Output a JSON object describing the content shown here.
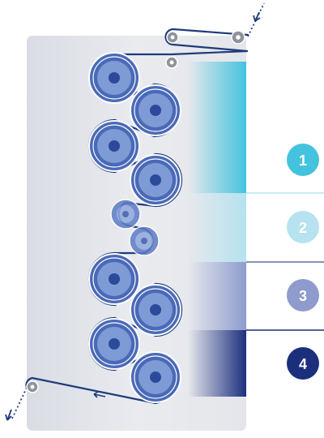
{
  "colors": {
    "housing": "#e3e5ea",
    "web": "#1f3b7a",
    "roller_outer": "#4a6ab8",
    "roller_mid": "#7f9bd6",
    "roller_core": "#2c4a9a",
    "small_roller": "#8f939a",
    "zone_1": "#44c3df",
    "zone_2": "#b4e3ef",
    "zone_3": "#8e9cce",
    "zone_4": "#1c2f7e"
  },
  "zones": [
    {
      "label": "1",
      "badge_color": "#44c3df",
      "text_color": "#ffffff"
    },
    {
      "label": "2",
      "badge_color": "#b6e3ef",
      "text_color": "#ffffff"
    },
    {
      "label": "3",
      "badge_color": "#8f9bcc",
      "text_color": "#ffffff"
    },
    {
      "label": "4",
      "badge_color": "#1b2f7d",
      "text_color": "#ffffff"
    }
  ],
  "icons": {
    "inlet_arrow": "web-inlet-arrow-icon",
    "outlet_arrow": "web-outlet-arrow-icon",
    "travel_arrow": "web-direction-arrow-icon"
  }
}
